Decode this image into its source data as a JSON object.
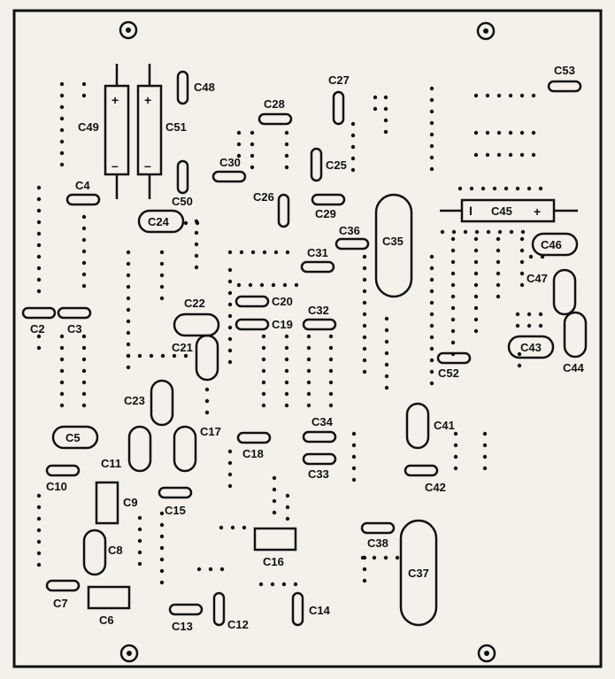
{
  "board": {
    "stroke": "#111111",
    "paper": "#f4f1ea",
    "mounting_holes": [
      "mounting-hole-top-left",
      "mounting-hole-top-right",
      "mounting-hole-bottom-left",
      "mounting-hole-bottom-right"
    ]
  },
  "components": {
    "C2": "C2",
    "C3": "C3",
    "C4": "C4",
    "C5": "C5",
    "C6": "C6",
    "C7": "C7",
    "C8": "C8",
    "C9": "C9",
    "C10": "C10",
    "C11": "C11",
    "C12": "C12",
    "C13": "C13",
    "C14": "C14",
    "C15": "C15",
    "C16": "C16",
    "C17": "C17",
    "C18": "C18",
    "C19": "C19",
    "C20": "C20",
    "C21": "C21",
    "C22": "C22",
    "C23": "C23",
    "C24": "C24",
    "C25": "C25",
    "C26": "C26",
    "C27": "C27",
    "C28": "C28",
    "C29": "C29",
    "C30": "C30",
    "C31": "C31",
    "C32": "C32",
    "C33": "C33",
    "C34": "C34",
    "C35": "C35",
    "C36": "C36",
    "C37": "C37",
    "C38": "C38",
    "C41": "C41",
    "C42": "C42",
    "C43": "C43",
    "C44": "C44",
    "C45": "C45",
    "C46": "C46",
    "C47": "C47",
    "C48": "C48",
    "C49": "C49",
    "C50": "C50",
    "C51": "C51",
    "C52": "C52",
    "C53": "C53"
  },
  "polarity": {
    "plus": "+",
    "minus": "–",
    "bar": "I"
  }
}
